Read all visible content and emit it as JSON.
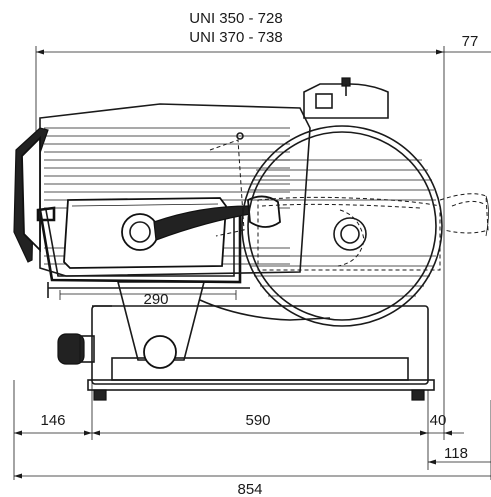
{
  "labels": {
    "model_line_1": "UNI 350 - 728",
    "model_line_2": "UNI 370 - 738",
    "dim_top_right": "77",
    "dim_290": "290",
    "dim_146": "146",
    "dim_590": "590",
    "dim_40": "40",
    "dim_118": "118",
    "dim_854": "854"
  },
  "colors": {
    "line": "#1a1a1a",
    "background": "#ffffff"
  }
}
